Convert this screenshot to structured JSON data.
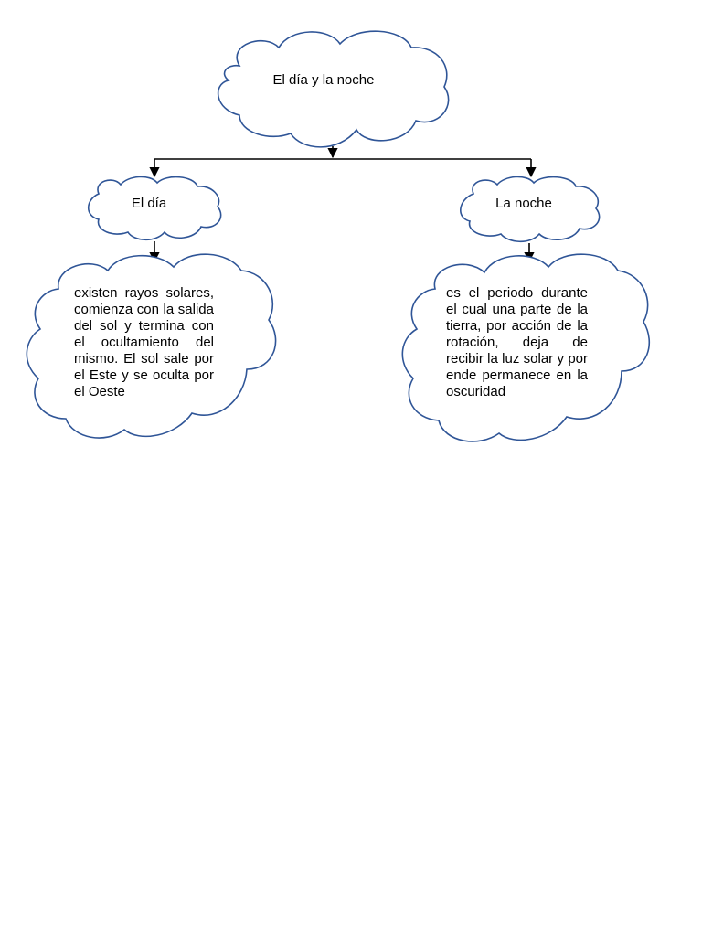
{
  "diagram": {
    "root": {
      "label": "El día y la noche"
    },
    "left": {
      "label": "El día",
      "description": "existen rayos solares, comienza con la salida del sol y termina con el ocultamiento del mismo. El sol sale por el Este y se oculta por el Oeste"
    },
    "right": {
      "label": "La noche",
      "description": "es el periodo durante el cual una parte de la tierra, por acción de la rotación, deja de recibir la luz solar y por ende permanece en la oscuridad"
    },
    "colors": {
      "outline": "#2F5597",
      "connector": "#000000",
      "fill": "#FFFFFF"
    }
  }
}
